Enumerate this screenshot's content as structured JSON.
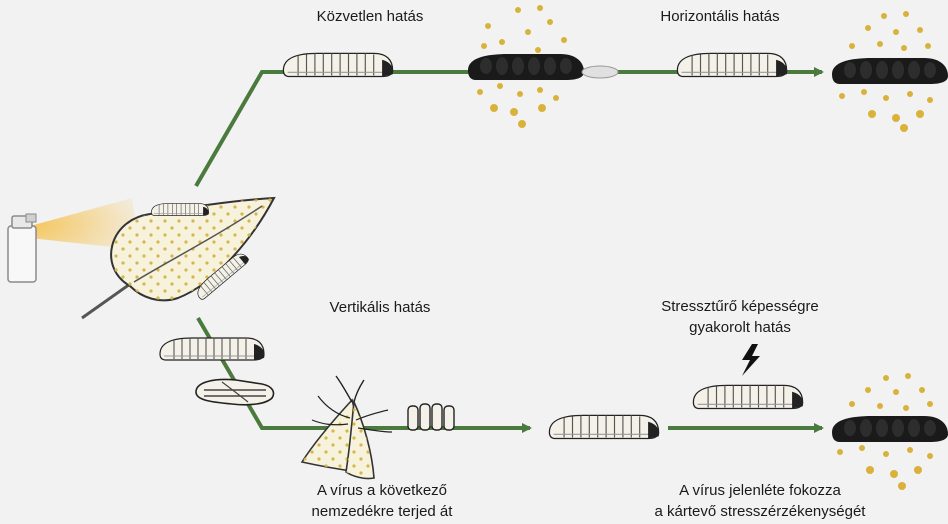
{
  "labels": {
    "direct_effect": "Közvetlen hatás",
    "horizontal_effect": "Horizontális hatás",
    "vertical_effect": "Vertikális hatás",
    "stress_effect_line1": "Stressztűrő képességre",
    "stress_effect_line2": "gyakorolt hatás",
    "virus_spread_line1": "A vírus a következő",
    "virus_spread_line2": "nemzedékre terjed át",
    "virus_presence_line1": "A vírus jelenléte fokozza",
    "virus_presence_line2": "a kártevő stresszérzékenységét"
  },
  "colors": {
    "arrow_green": "#4b7a3e",
    "spore_gold": "#d9b23a",
    "background": "#f2f2f2",
    "spray_glow": "#f0b84a",
    "dead_larva": "#1a1a1a"
  },
  "icons": [
    "spray-can-icon",
    "leaf-icon",
    "caterpillar-icon",
    "dead-caterpillar-icon",
    "virus-particles-icon",
    "pupa-icon",
    "moth-icon",
    "egg-cluster-icon",
    "lightning-icon"
  ]
}
